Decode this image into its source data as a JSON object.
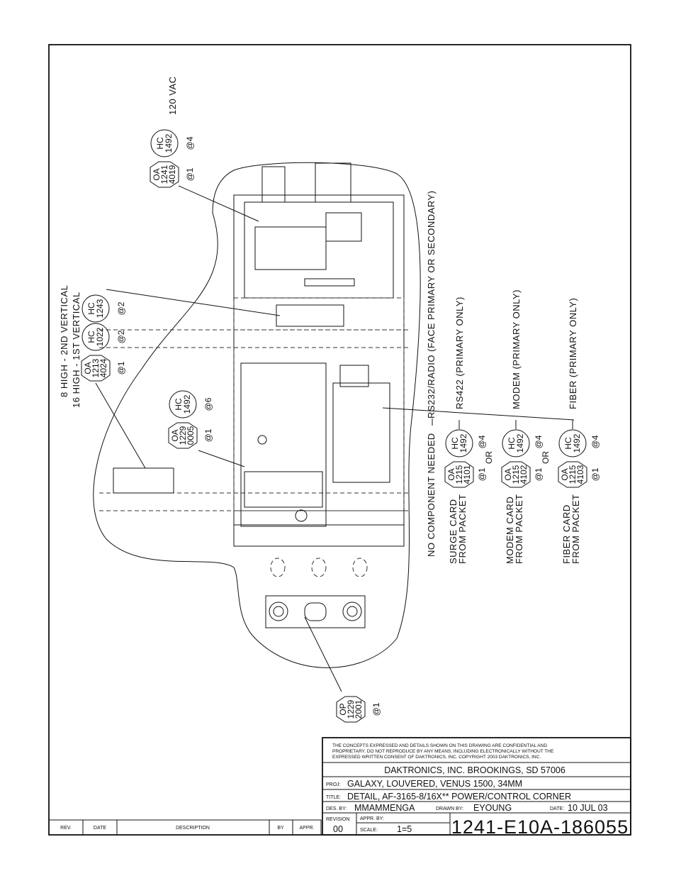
{
  "callouts": {
    "power": {
      "oct": [
        "OA",
        "1241",
        "4019"
      ],
      "circ": [
        "HC",
        "1492"
      ],
      "q1": "@1",
      "q2": "@4",
      "note": "120 VAC"
    },
    "sensor": {
      "oct": [
        "OA",
        "1213",
        "4024"
      ],
      "circ1": [
        "HC",
        "1022"
      ],
      "circ2": [
        "HC",
        "1243"
      ],
      "q1": "@1",
      "q2": "@2",
      "q3": "@2",
      "note1": "8 HIGH - 2ND VERTICAL",
      "note2": "16 HIGH - 1ST VERTICAL"
    },
    "controller": {
      "oct": [
        "OA",
        "1229",
        "0005"
      ],
      "circ": [
        "HC",
        "1492"
      ],
      "q1": "@1",
      "q2": "@6"
    },
    "plate": {
      "oct": [
        "OP",
        "1229",
        "2001"
      ],
      "q1": "@1"
    }
  },
  "options": {
    "rs232": "RS232/RADIO (FACE PRIMARY OR SECONDARY)",
    "rs232_sub": "NO COMPONENT NEEDED",
    "or": "OR",
    "cards": [
      {
        "header": "RS422 (PRIMARY ONLY)",
        "line1": "SURGE CARD",
        "line2": "FROM PACKET",
        "oct": [
          "OA",
          "1215",
          "4101"
        ],
        "circ": [
          "HC",
          "1492"
        ],
        "q1": "@1",
        "q2": "@4"
      },
      {
        "header": "MODEM (PRIMARY ONLY)",
        "line1": "MODEM CARD",
        "line2": "FROM PACKET",
        "oct": [
          "OA",
          "1215",
          "4102"
        ],
        "circ": [
          "HC",
          "1492"
        ],
        "q1": "@1",
        "q2": "@4"
      },
      {
        "header": "FIBER (PRIMARY ONLY)",
        "line1": "FIBER CARD",
        "line2": "FROM PACKET",
        "oct": [
          "OA",
          "1215",
          "4103"
        ],
        "circ": [
          "HC",
          "1492"
        ],
        "q1": "@1",
        "q2": "@4"
      }
    ]
  },
  "revision_table": {
    "headers": [
      "REV.",
      "DATE",
      "DESCRIPTION",
      "BY",
      "APPR."
    ]
  },
  "title_block": {
    "notice": [
      "THE CONCEPTS  EXPRESSED  AND  DETAILS SHOWN ON THIS DRAWING ARE CONFIDENTIAL AND",
      "PROPRIETARY.  DO NOT REPRODUCE BY ANY MEANS, INCLUDING ELECTRONICALLY WITHOUT THE",
      "EXPRESSED WRITTEN CONSENT OF DAKTRONICS, INC.          COPYRIGHT 2003 DAKTRONICS, INC."
    ],
    "company": "DAKTRONICS, INC.   BROOKINGS, SD 57006",
    "proj_label": "PROJ:",
    "proj": "GALAXY, LOUVERED, VENUS 1500, 34MM",
    "title_label": "TITLE:",
    "title": "DETAIL, AF-3165-8/16X** POWER/CONTROL CORNER",
    "des_label": "DES. BY:",
    "des": "MMAMMENGA",
    "drawn_label": "DRAWN BY:",
    "drawn": "EYOUNG",
    "date_label": "DATE:",
    "date": "10 JUL 03",
    "rev_label": "REVISION",
    "rev": "00",
    "appr_label": "APPR. BY:",
    "scale_label": "SCALE:",
    "scale": "1=5",
    "drawing_number": "1241-E10A-186055"
  }
}
